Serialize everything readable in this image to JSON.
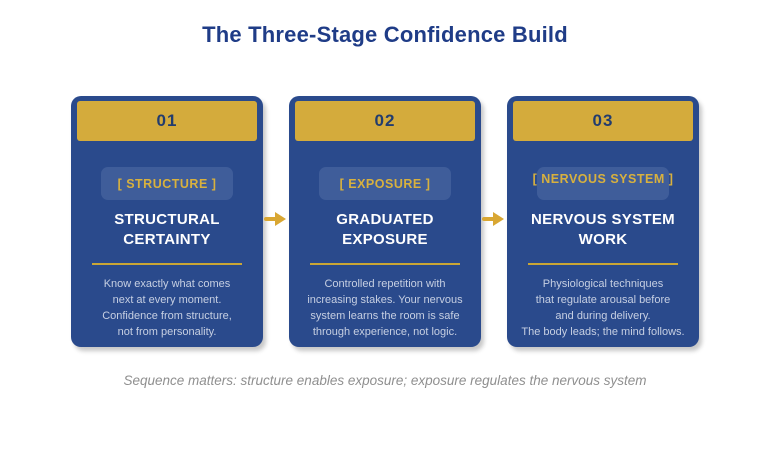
{
  "title": "The Three-Stage Confidence Build",
  "footer": "Sequence matters: structure enables exposure; exposure regulates the nervous system",
  "colors": {
    "title_blue": "#1f3c87",
    "card_blue": "#2a4a8c",
    "pill_blue": "#3f5d9a",
    "gold": "#d4ab3c",
    "divider_gold": "#c9a636",
    "heading_white": "#ffffff",
    "body_text_blue": "#c6cfe2",
    "footer_gray": "#8f8f8f"
  },
  "icons": {
    "flow_arrow": "arrow-right-icon"
  },
  "stages": [
    {
      "number": "01",
      "tag": "[ STRUCTURE ]",
      "heading": "STRUCTURAL\nCERTAINTY",
      "body": "Know exactly what comes\nnext at every moment.\nConfidence from structure,\nnot from personality."
    },
    {
      "number": "02",
      "tag": "[ EXPOSURE ]",
      "heading": "GRADUATED\nEXPOSURE",
      "body": "Controlled repetition with\nincreasing stakes. Your nervous\nsystem learns the room is safe\nthrough experience, not logic."
    },
    {
      "number": "03",
      "tag": "[ NERVOUS SYSTEM ]",
      "heading": "NERVOUS SYSTEM\nWORK",
      "body": "Physiological techniques\nthat regulate arousal before\nand during delivery.\nThe body leads; the mind follows."
    }
  ]
}
